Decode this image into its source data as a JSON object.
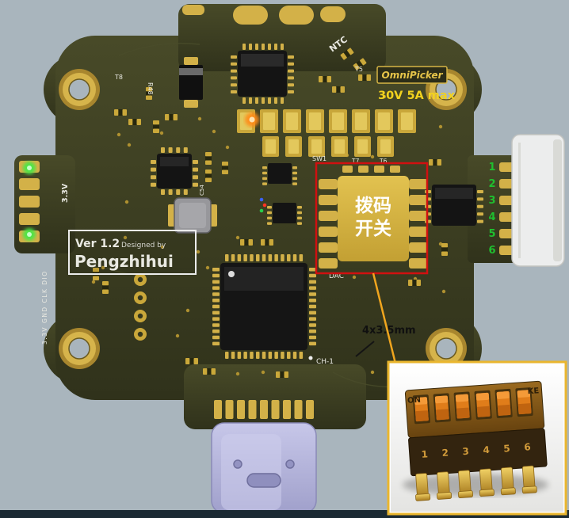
{
  "colors": {
    "background": "#a9b5bd",
    "board": "#3c3e22",
    "gold": "#d3b148",
    "annotation_red": "#d01010",
    "leader_yellow": "#f0a51e",
    "rating_yellow": "#f2d21e",
    "pin_green": "#1fbf2f",
    "usb_lavender": "#b7b7de",
    "inset_border": "#eab62e"
  },
  "board": {
    "silkscreen": {
      "t8": "T8",
      "r48": "R48",
      "ntc": "NTC",
      "t5": "T5",
      "sw1": "SW1",
      "t7": "T7",
      "t6": "T6",
      "c54": "C54",
      "v33": "3.3V",
      "dac": "DAC",
      "ch1": "CH-1",
      "left_edge_pins": "3.3V GND CLK DIO"
    },
    "badge": {
      "brand": "OmniPicker",
      "rating": "30V 5A max"
    },
    "version_box": {
      "version": "Ver 1.2",
      "designed_by": "Designed by",
      "author": "Pengzhihui"
    },
    "dip_annotation": {
      "line1": "拨码",
      "line2": "开关"
    },
    "dimension_note": "4x3.5mm",
    "connector_pins": [
      "1",
      "2",
      "3",
      "4",
      "5",
      "6"
    ]
  },
  "inset": {
    "on_label": "ON",
    "ke_label": "KE",
    "switch_numbers": [
      "1",
      "2",
      "3",
      "4",
      "5",
      "6"
    ]
  }
}
